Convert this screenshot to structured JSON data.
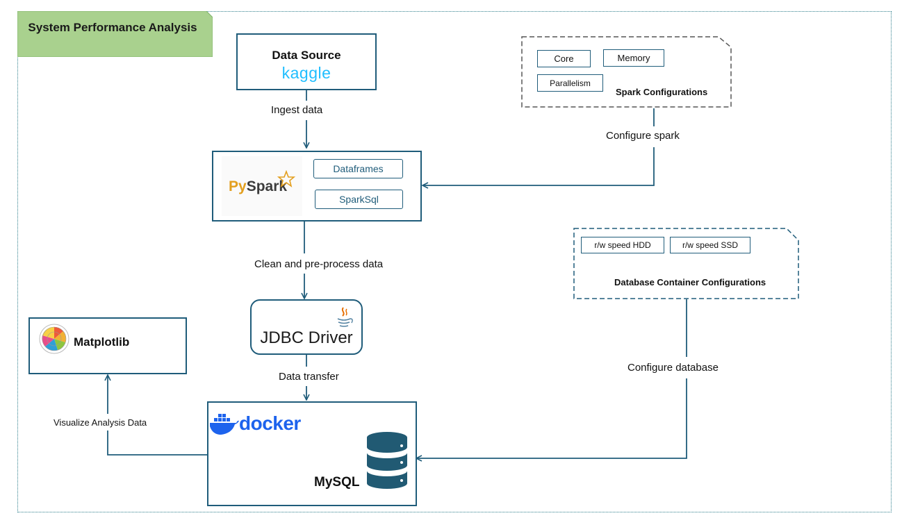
{
  "title": "System Performance Analysis",
  "data_source": {
    "label": "Data Source",
    "logo": "kaggle"
  },
  "edges": {
    "ingest": "Ingest data",
    "configure_spark": "Configure spark",
    "clean": "Clean and pre-process data",
    "transfer": "Data transfer",
    "visualize": "Visualize Analysis Data",
    "configure_db": "Configure database"
  },
  "pyspark": {
    "logo_py": "Py",
    "logo_spark": "Spark",
    "tags": [
      "Dataframes",
      "SparkSql"
    ]
  },
  "spark_config": {
    "tags": [
      "Core",
      "Memory",
      "Parallelism"
    ],
    "label": "Spark Configurations"
  },
  "jdbc": {
    "label": "JDBC Driver"
  },
  "matplotlib": {
    "label": "Matplotlib"
  },
  "mysql": {
    "docker": "docker",
    "label": "MySQL"
  },
  "db_config": {
    "tags": [
      "r/w speed HDD",
      "r/w speed SSD"
    ],
    "label": "Database Container Configurations"
  },
  "colors": {
    "line": "#1f5c7a",
    "title_fill": "#a9d18e",
    "kaggle": "#20beff",
    "docker": "#1d63ed",
    "pyspark": "#e39f1e",
    "db_icon": "#215a73"
  },
  "icons": [
    "kaggle-logo",
    "pyspark-logo",
    "java-icon",
    "matplotlib-icon",
    "docker-logo",
    "database-icon"
  ]
}
